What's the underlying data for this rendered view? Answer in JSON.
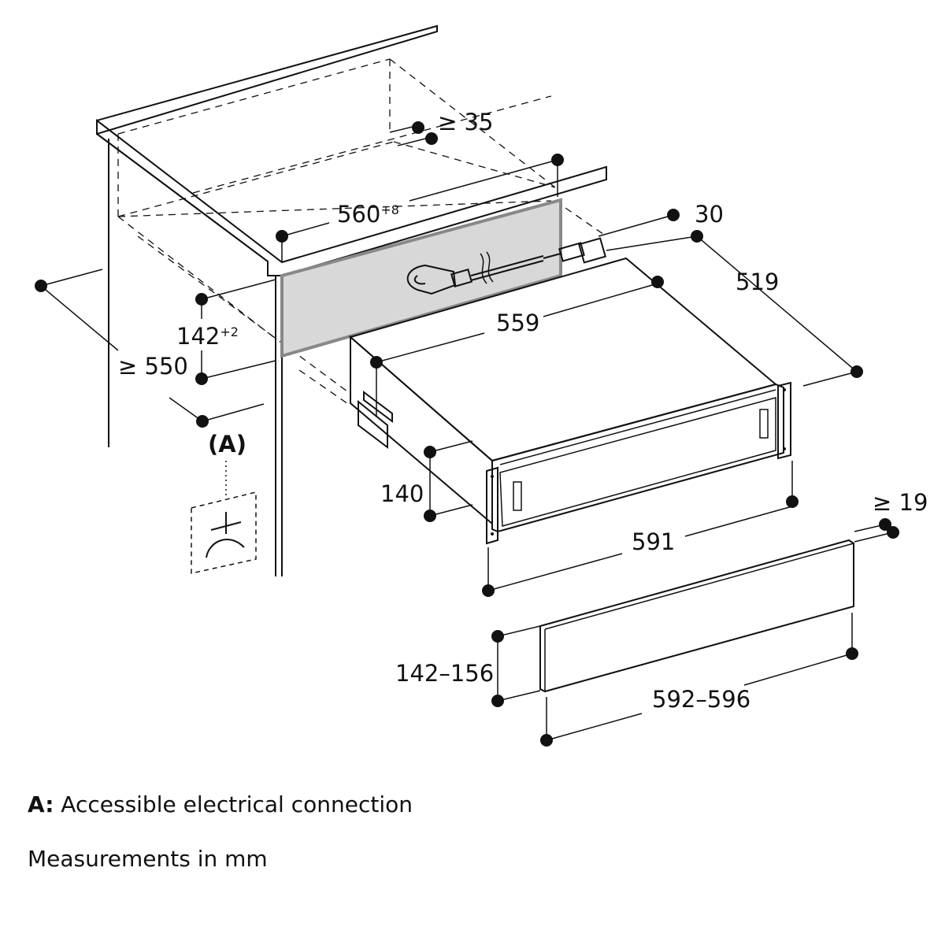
{
  "dimensions": {
    "top_clearance": "≥ 35",
    "cutout_width": "560",
    "cutout_width_tol": "+8",
    "rear_offset": "30",
    "depth": "519",
    "cutout_height": "142",
    "cutout_height_tol": "+2",
    "cabinet_depth": "≥ 550",
    "unit_width": "559",
    "unit_height": "140",
    "front_width": "591",
    "panel_gap": "≥ 19",
    "panel_height": "142–156",
    "panel_width": "592–596"
  },
  "labels": {
    "connection_marker": "(A)"
  },
  "legend": {
    "connection_key": "A:",
    "connection_text": "Accessible electrical connection",
    "units_note": "Measurements in mm"
  },
  "colors": {
    "line": "#111111",
    "cutout_fill": "#d8d8d8",
    "unit_fill": "#ececec",
    "panel_fill": "#e4e4e4"
  }
}
